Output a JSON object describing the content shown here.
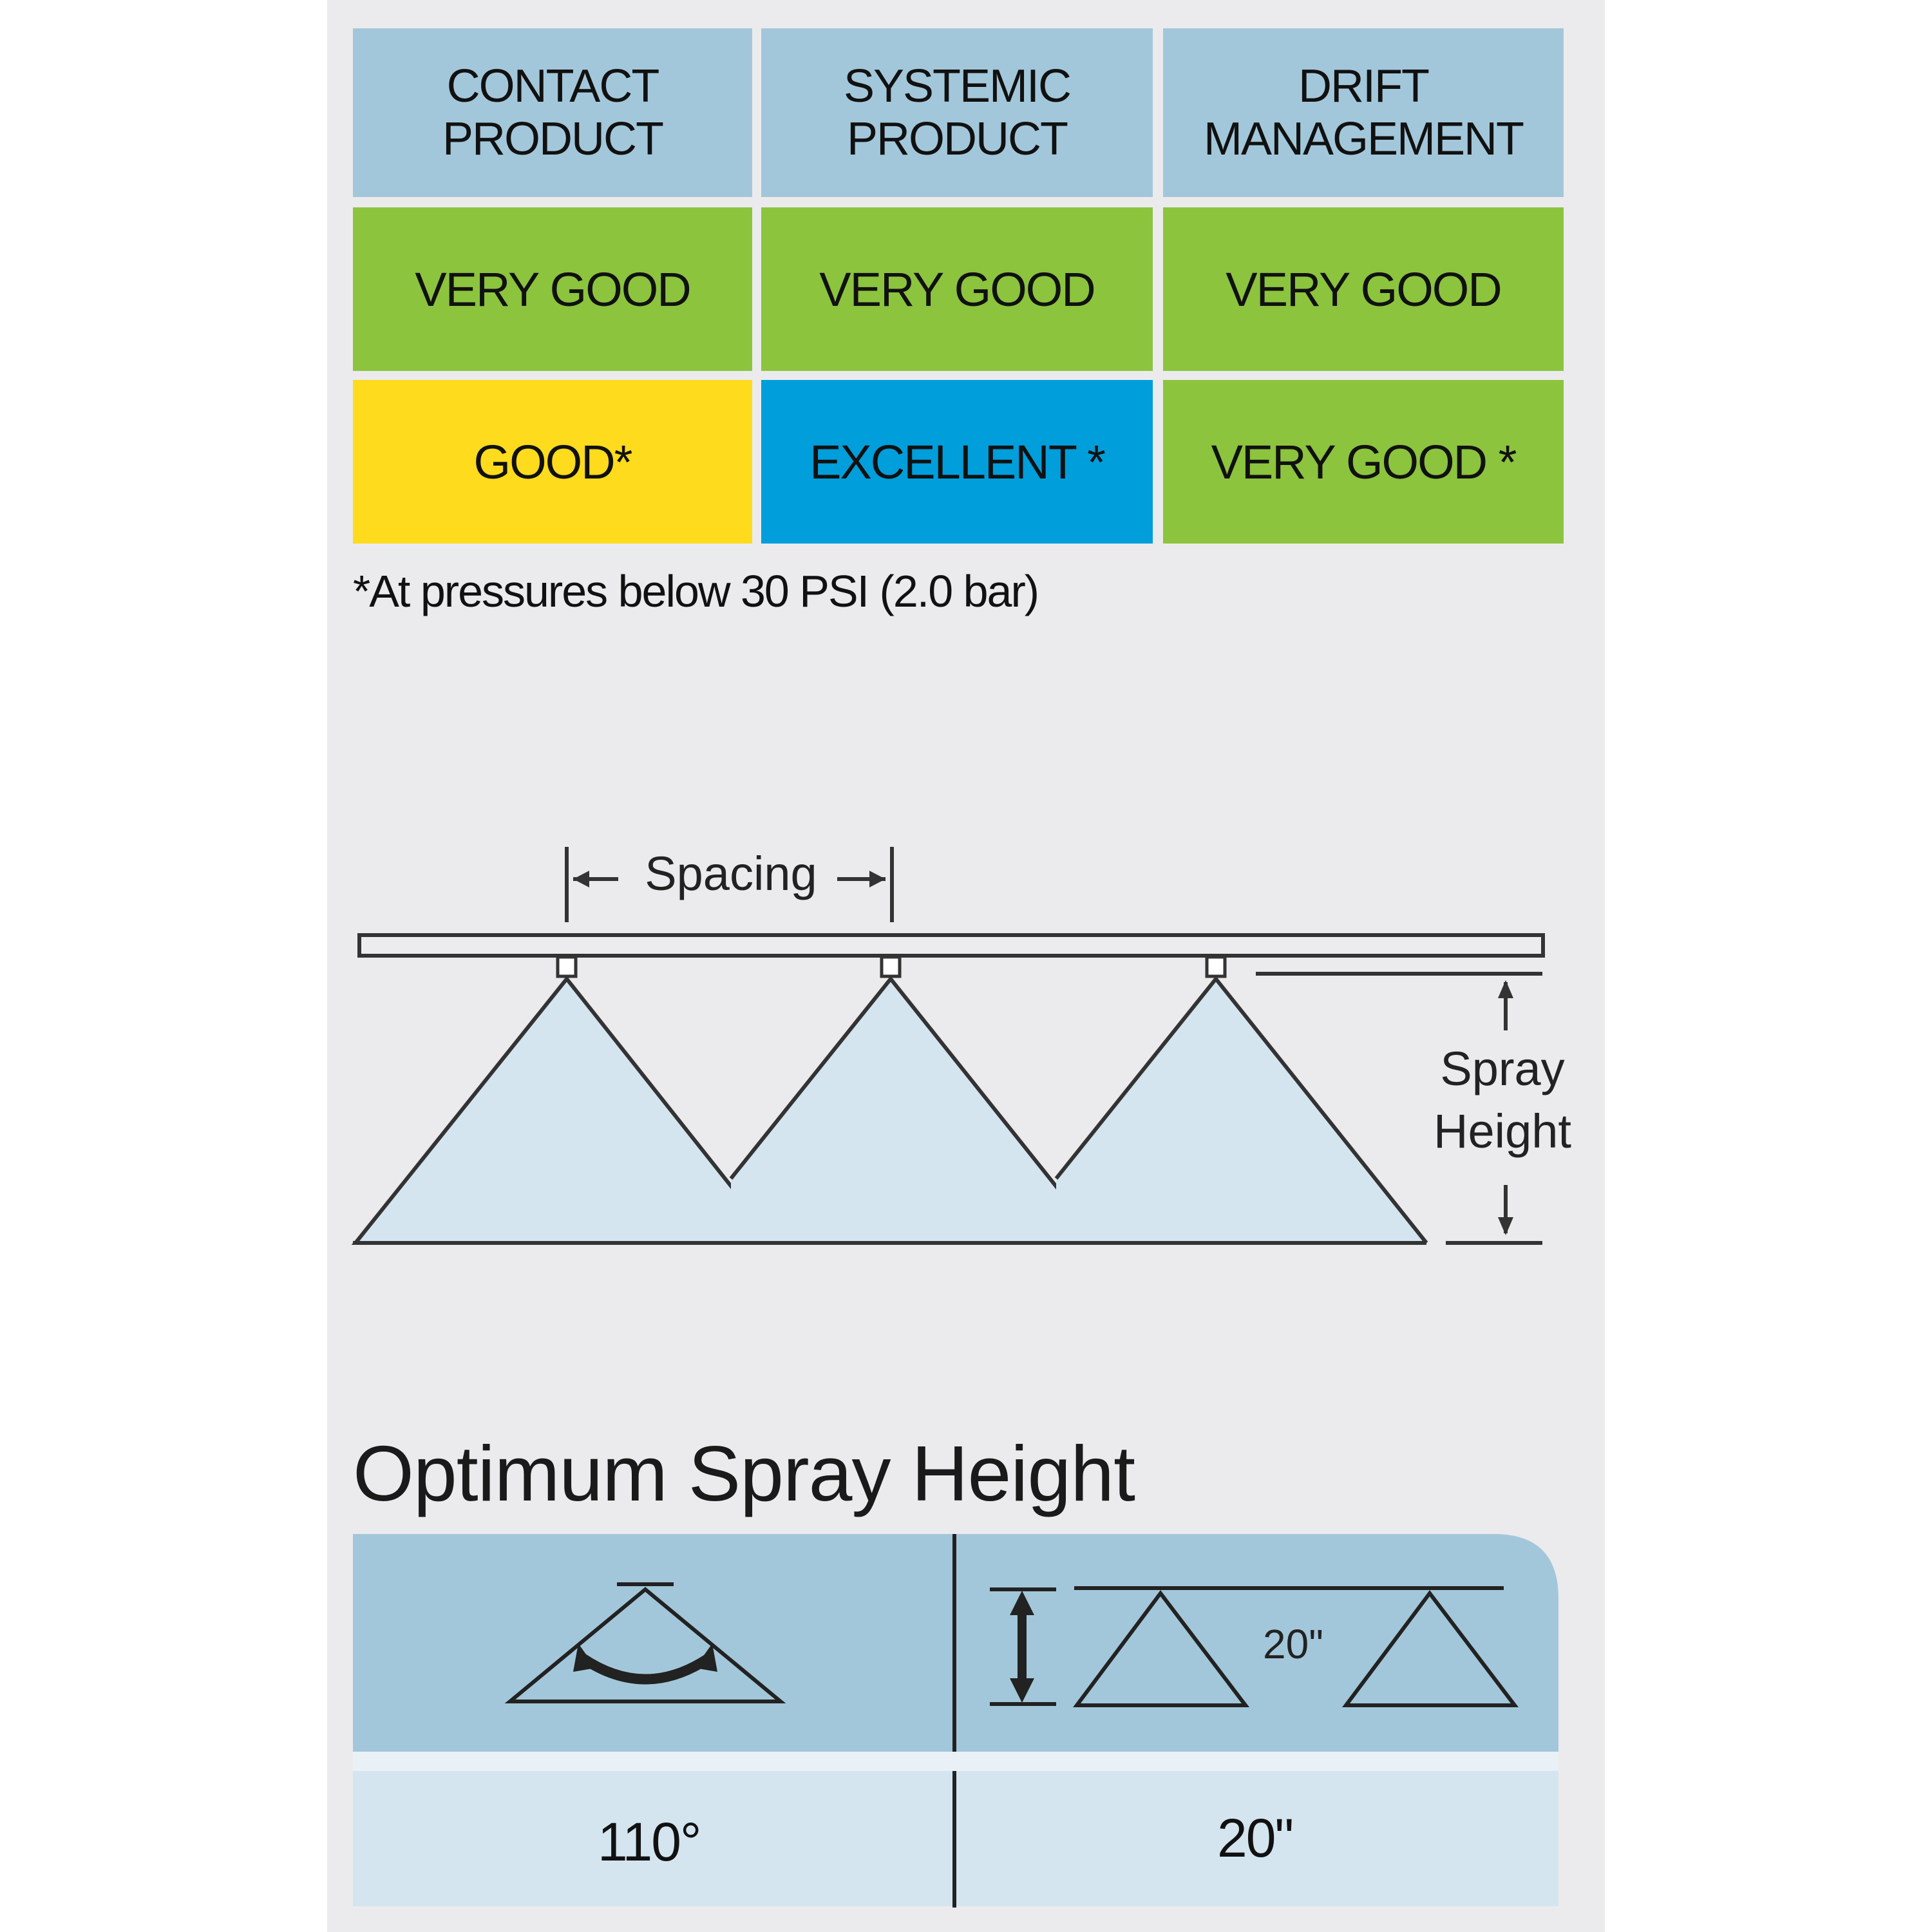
{
  "table": {
    "headers": [
      {
        "line1": "CONTACT",
        "line2": "PRODUCT"
      },
      {
        "line1": "SYSTEMIC",
        "line2": "PRODUCT"
      },
      {
        "line1": "DRIFT",
        "line2": "MANAGEMENT"
      }
    ],
    "rows": [
      [
        "VERY GOOD",
        "VERY GOOD",
        "VERY GOOD"
      ],
      [
        "GOOD*",
        "EXCELLENT *",
        "VERY GOOD *"
      ]
    ],
    "footnote": "*At pressures below 30 PSI (2.0 bar)",
    "colors": {
      "header": "#a3c7da",
      "very_good": "#8cc43e",
      "good": "#fedb1c",
      "excellent": "#009edb"
    }
  },
  "diagram": {
    "spacing_label": "Spacing",
    "spray_height_label_1": "Spray",
    "spray_height_label_2": "Height",
    "nozzle_count": 3,
    "fan_color": "#d4e5f0"
  },
  "optimum": {
    "title": "Optimum Spray Height",
    "angle_value": "110°",
    "height_value": "20\"",
    "icon_height_label": "20\"",
    "colors": {
      "top": "#a3c7da",
      "bottom": "#d4e5f0"
    }
  }
}
